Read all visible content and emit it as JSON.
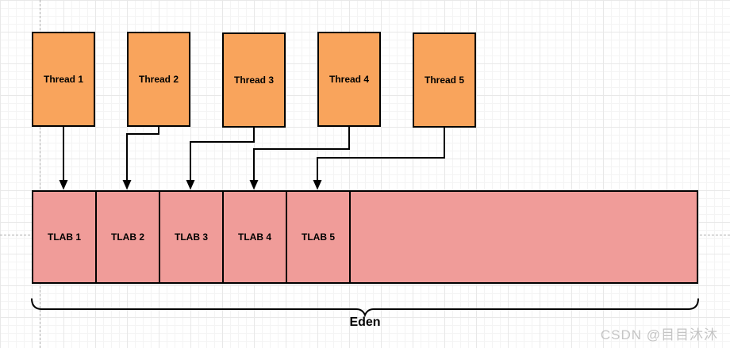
{
  "colors": {
    "canvas_bg": "#ffffff",
    "grid_major": "#e8e8e8",
    "grid_minor": "#f4f4f4",
    "page_break": "#ababab",
    "thread_fill": "#F9A45C",
    "thread_stroke": "#000000",
    "tlab_fill": "#F09C99",
    "tlab_stroke": "#000000",
    "connector": "#000000",
    "watermark": "#c4c4c4"
  },
  "threads": [
    {
      "label": "Thread 1"
    },
    {
      "label": "Thread 2"
    },
    {
      "label": "Thread 3"
    },
    {
      "label": "Thread 4"
    },
    {
      "label": "Thread 5"
    }
  ],
  "tlabs": [
    {
      "label": "TLAB 1"
    },
    {
      "label": "TLAB 2"
    },
    {
      "label": "TLAB 3"
    },
    {
      "label": "TLAB 4"
    },
    {
      "label": "TLAB 5"
    }
  ],
  "eden_label": "Eden",
  "watermark_text": "CSDN @目目沐沐"
}
